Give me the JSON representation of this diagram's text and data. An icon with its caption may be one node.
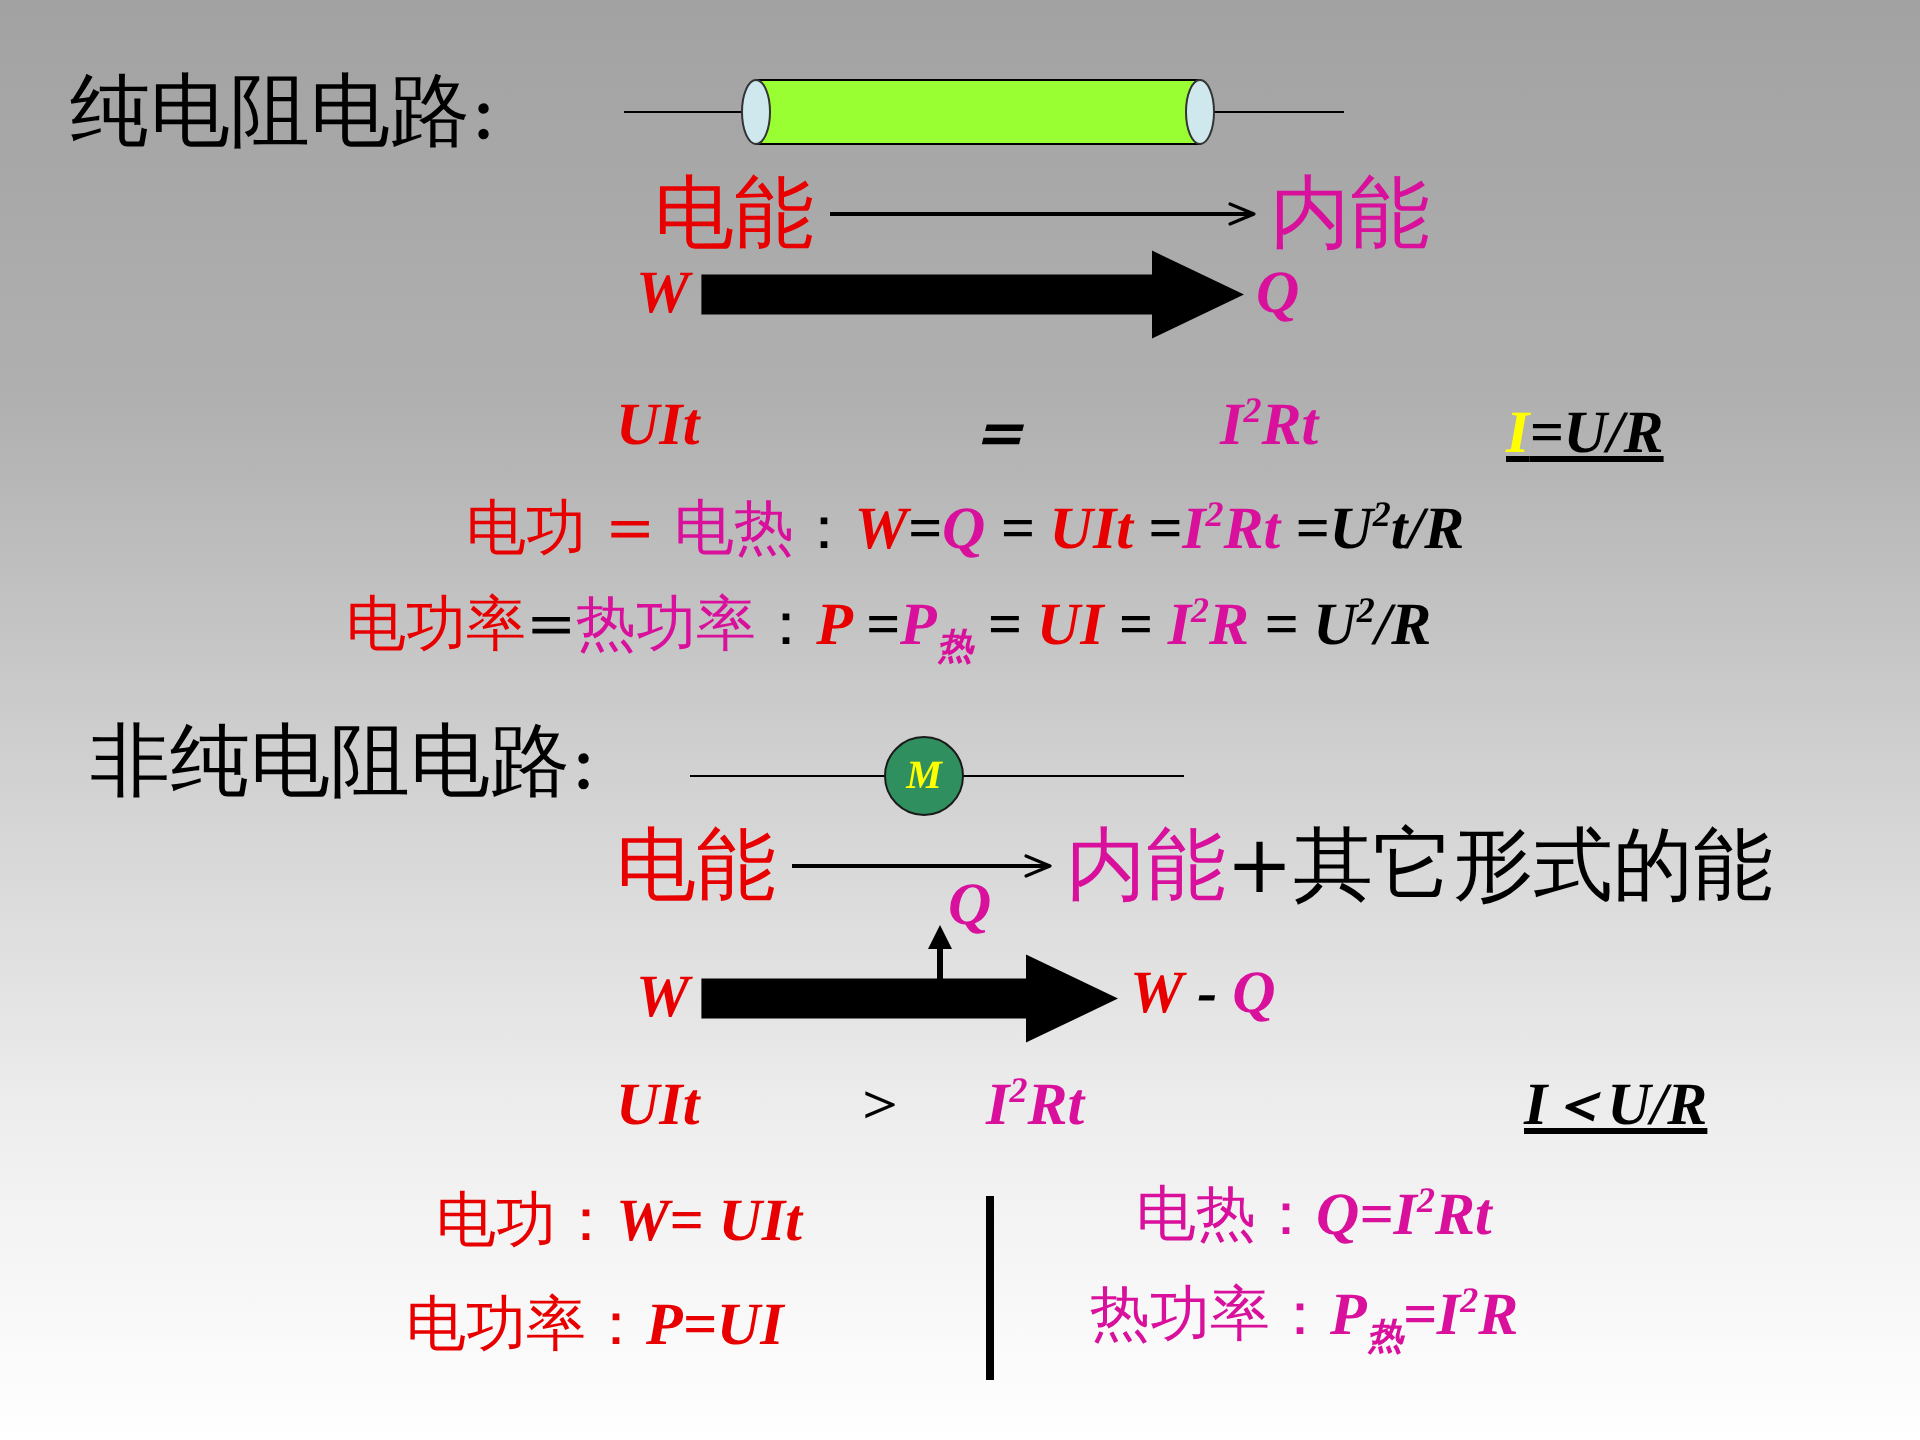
{
  "diagram": {
    "nodes": [
      {
        "text": [
          "电能"
        ]
      },
      {
        "text": [
          "内能"
        ]
      },
      {
        "text": [
          "W"
        ]
      },
      {
        "text": [
          "Q"
        ]
      },
      {
        "text": [
          "M"
        ]
      },
      {
        "text": [
          "电能"
        ]
      },
      {
        "text": [
          "内能+其它形式的能"
        ]
      },
      {
        "text": [
          "Q"
        ]
      },
      {
        "text": [
          "W"
        ]
      },
      {
        "text": [
          "W - Q"
        ]
      }
    ],
    "edges": [
      {
        "from": 0,
        "to": 1,
        "arrow": "to"
      },
      {
        "from": 2,
        "to": 3,
        "arrow": "to",
        "style": "thick"
      },
      {
        "from": 5,
        "to": 6,
        "arrow": "to"
      },
      {
        "from": 8,
        "to": 9,
        "arrow": "to",
        "style": "thick"
      },
      {
        "from": 8,
        "to": 7,
        "arrow": "to"
      }
    ],
    "labels": [
      "纯电阻电路:",
      "UIt",
      "＝",
      "I$^{2}$Rt",
      "I=U/R",
      "电功 = 电热：W=Q = UIt =I$^{2}$Rt =U$^{2}$t/R",
      "电功率=热功率：P =P$_{热}$ = UI = I$^{2}$R = U$^{2}$/R",
      "非纯电阻电路:",
      "UIt",
      "＞",
      "I$^{2}$Rt",
      "I＜U/R",
      "电功：W= UIt",
      "电热：Q=I$^{2}$Rt",
      "电功率：P=UI",
      "热功率：P$_{热}$=I$^{2}$R"
    ]
  }
}
